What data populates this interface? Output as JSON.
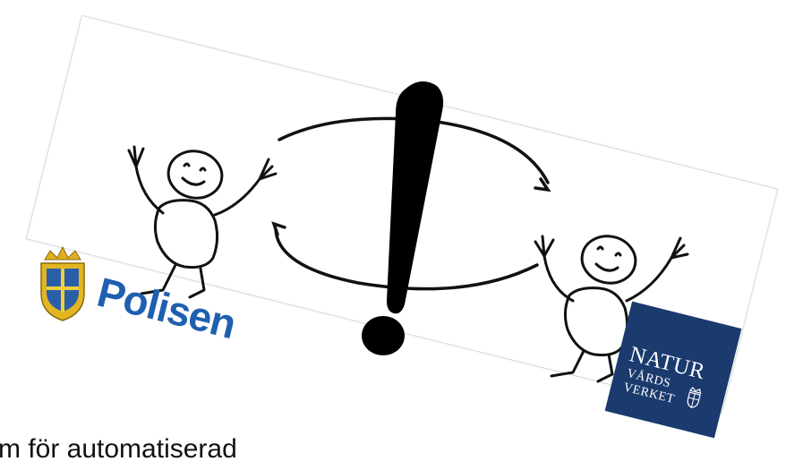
{
  "caption": "m för automatiserad",
  "polisen_logo": {
    "text": "Polisen",
    "brand_color": "#1f5fb0",
    "emblem_icon": "police-crest-icon"
  },
  "naturvardsverket_logo": {
    "line1": "NATUR",
    "line2": "VÅRDS",
    "line3": "VERKET",
    "background_color": "#1b3a6e",
    "emblem_icon": "crown-shield-icon"
  },
  "illustration": {
    "figures": [
      "stick-figure-left",
      "stick-figure-right"
    ],
    "symbol": "exclamation-mark-icon",
    "arrows": [
      "curved-arrow-top-icon",
      "curved-arrow-bottom-icon"
    ]
  }
}
